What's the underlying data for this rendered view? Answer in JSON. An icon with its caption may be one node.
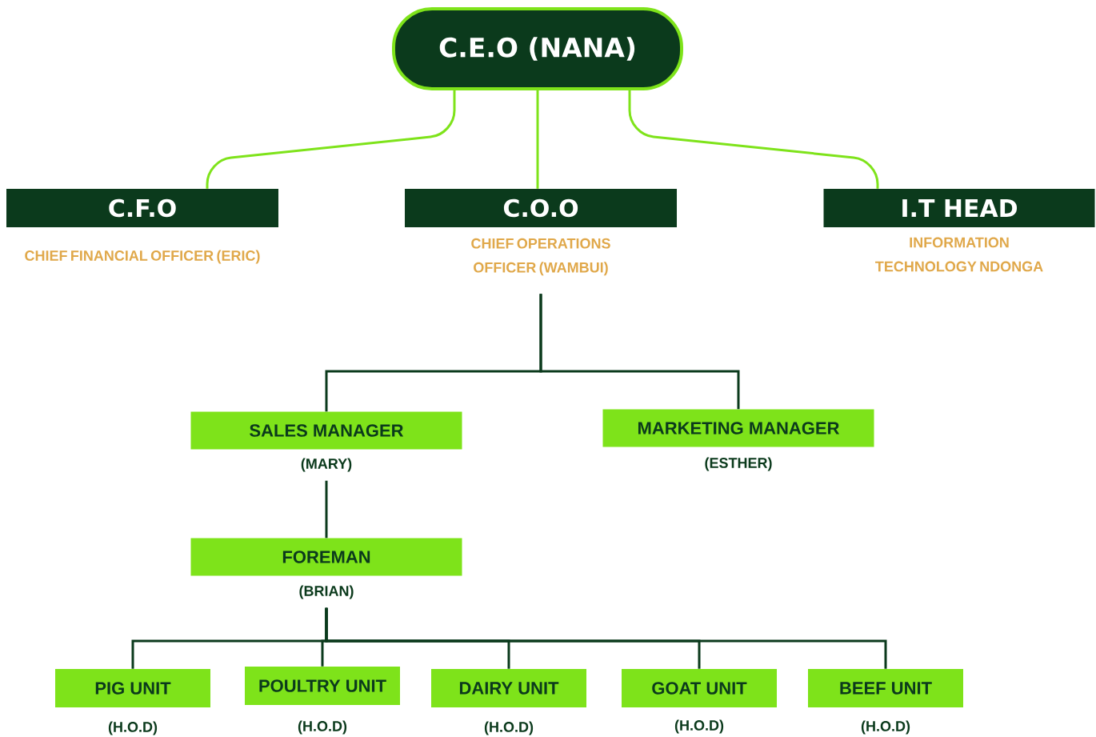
{
  "diagram": {
    "nodes": [
      {
        "text": [
          "C.E.O (NANA)"
        ]
      },
      {
        "text": [
          "C.F.O"
        ],
        "beside": [
          "CHIEF FINANCIAL OFFICER (ERIC)"
        ]
      },
      {
        "text": [
          "C.O.O"
        ],
        "beside": [
          "CHIEF OPERATIONS OFFICER (WAMBUI)"
        ]
      },
      {
        "text": [
          "I.T HEAD"
        ],
        "beside": [
          "INFORMATION TECHNOLOGY NDONGA"
        ]
      },
      {
        "text": [
          "SALES MANAGER"
        ],
        "beside": [
          "(MARY)"
        ]
      },
      {
        "text": [
          "MARKETING MANAGER"
        ],
        "beside": [
          "(ESTHER)"
        ]
      },
      {
        "text": [
          "FOREMAN"
        ],
        "beside": [
          "(BRIAN)"
        ]
      },
      {
        "text": [
          "PIG UNIT"
        ],
        "beside": [
          "(H.O.D)"
        ]
      },
      {
        "text": [
          "POULTRY UNIT"
        ],
        "beside": [
          "(H.O.D)"
        ]
      },
      {
        "text": [
          "DAIRY UNIT"
        ],
        "beside": [
          "(H.O.D)"
        ]
      },
      {
        "text": [
          "GOAT UNIT"
        ],
        "beside": [
          "(H.O.D)"
        ]
      },
      {
        "text": [
          "BEEF UNIT"
        ],
        "beside": [
          "(H.O.D)"
        ]
      }
    ],
    "edges": [
      {
        "from": 0,
        "to": 1,
        "arrow": "none",
        "color": "#7ee31a"
      },
      {
        "from": 0,
        "to": 2,
        "arrow": "none",
        "color": "#7ee31a"
      },
      {
        "from": 0,
        "to": 3,
        "arrow": "none",
        "color": "#7ee31a"
      },
      {
        "from": 2,
        "to": 4,
        "arrow": "none"
      },
      {
        "from": 2,
        "to": 5,
        "arrow": "none"
      },
      {
        "from": 4,
        "to": 6,
        "arrow": "none"
      },
      {
        "from": 6,
        "to": 7,
        "arrow": "none"
      },
      {
        "from": 6,
        "to": 8,
        "arrow": "none"
      },
      {
        "from": 6,
        "to": 9,
        "arrow": "none"
      },
      {
        "from": 6,
        "to": 10,
        "arrow": "none"
      },
      {
        "from": 6,
        "to": 11,
        "arrow": "none"
      }
    ]
  }
}
